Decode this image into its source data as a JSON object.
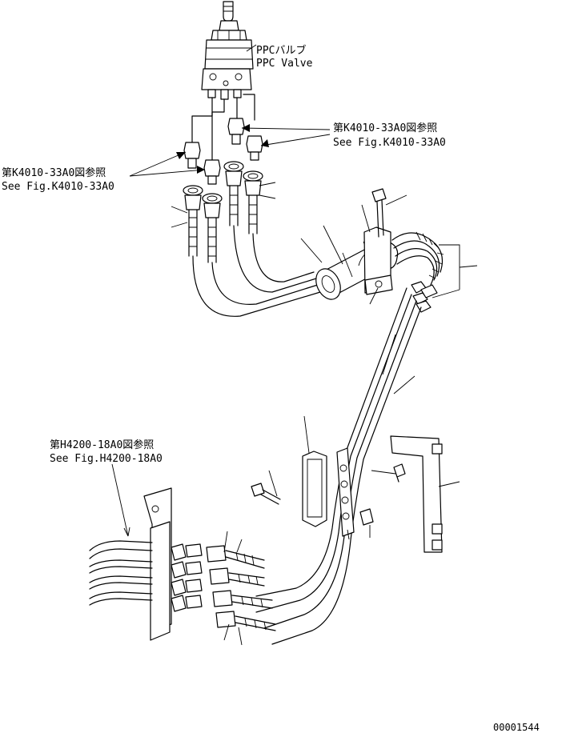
{
  "labels": {
    "ppc_jp": "PPCバルブ",
    "ppc_en": "PPC Valve",
    "ref_k_upper_jp": "第K4010-33A0図参照",
    "ref_k_upper_en": "See Fig.K4010-33A0",
    "ref_k_left_jp": "第K4010-33A0図参照",
    "ref_k_left_en": "See Fig.K4010-33A0",
    "ref_h_jp": "第H4200-18A0図参照",
    "ref_h_en": "See Fig.H4200-18A0",
    "drawing_number": "00001544"
  }
}
